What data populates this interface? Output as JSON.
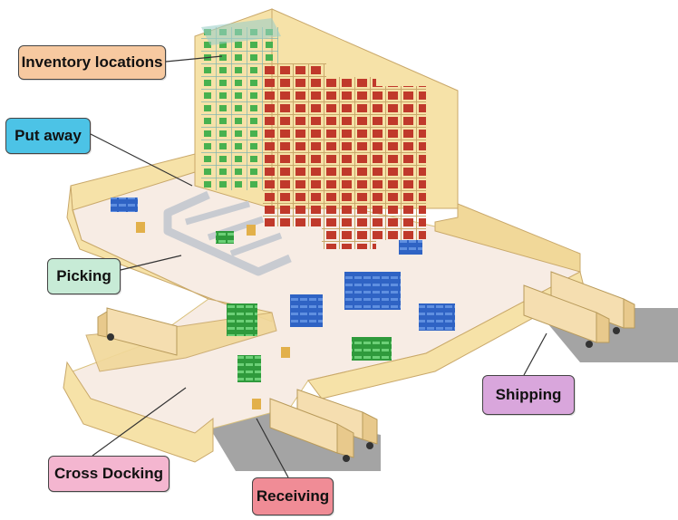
{
  "labels": {
    "inventory_locations": "Inventory locations",
    "put_away": "Put away",
    "picking": "Picking",
    "shipping": "Shipping",
    "cross_docking": "Cross Docking",
    "receiving": "Receiving"
  },
  "colors": {
    "inventory_locations": "#f7c9a0",
    "put_away": "#4cc3e6",
    "picking": "#c7ebd6",
    "shipping": "#d9a6dc",
    "cross_docking": "#f4b6d0",
    "receiving": "#f08c96",
    "wall": "#f6e2a8",
    "wall_shadow": "#d9c07a",
    "floor": "#f7ece4",
    "rack_frame": "#c9a86a",
    "rack_green_frame": "#7fb4b0",
    "red_box": "#c0392b",
    "green_box": "#3fae4a",
    "blue_box": "#2f63c4",
    "truck": "#f5deb0",
    "ground_shadow": "#9a9a9a"
  }
}
